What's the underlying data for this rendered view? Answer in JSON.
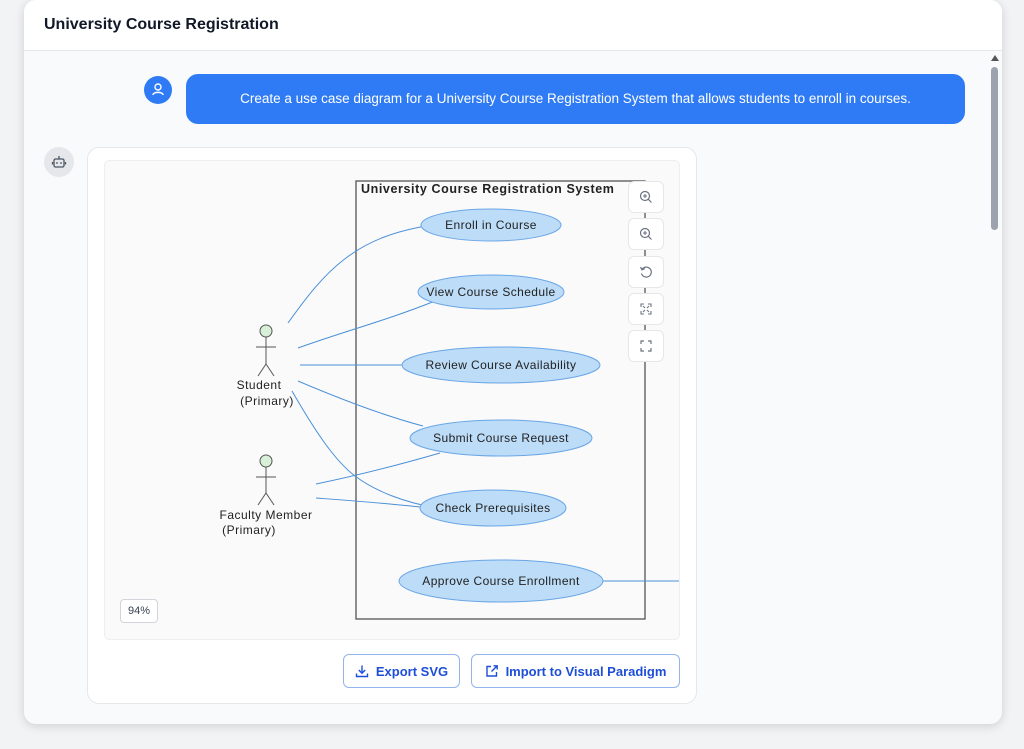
{
  "app": {
    "title": "University Course Registration"
  },
  "conversation": {
    "user_message": "Create a use case diagram for a University Course Registration System that allows students to enroll in courses.",
    "user_avatar_icon": "user-icon",
    "bot_avatar_icon": "robot-icon"
  },
  "diagram": {
    "system_title": "University Course Registration System",
    "actors": [
      {
        "line1": "Student",
        "line2": "(Primary)"
      },
      {
        "line1": "Faculty Member",
        "line2": "(Primary)"
      }
    ],
    "use_cases": [
      "Enroll in Course",
      "View Course Schedule",
      "Review Course Availability",
      "Submit Course Request",
      "Check Prerequisites",
      "Approve Course Enrollment"
    ],
    "zoom_level": "94%",
    "tools": [
      "zoom-in-icon",
      "zoom-out-icon",
      "reset-icon",
      "fit-icon",
      "fullscreen-icon"
    ]
  },
  "actions": {
    "export_svg": "Export SVG",
    "import_vp": "Import to Visual Paradigm"
  },
  "colors": {
    "accent": "#2f7bf5",
    "use_case_fill": "#bcdcf7",
    "use_case_stroke": "#6aa6e6",
    "connector": "#4a90d9",
    "actor_head": "#d7f0d7"
  }
}
